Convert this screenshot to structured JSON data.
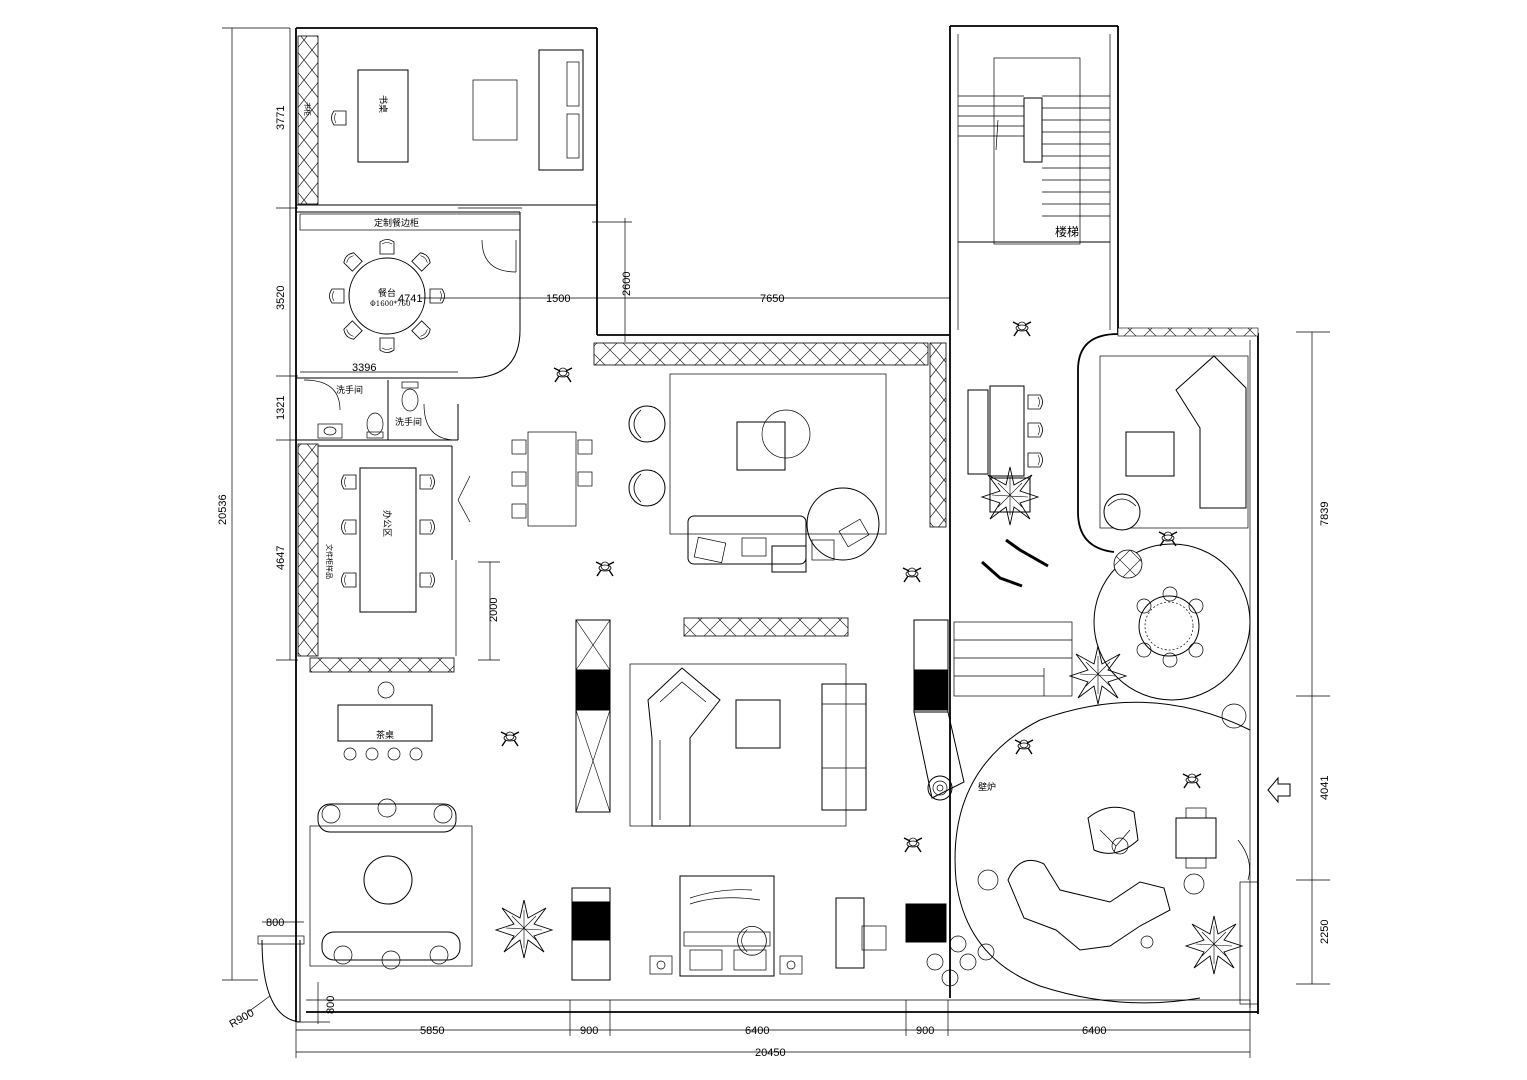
{
  "labels": {
    "study_desk": "书桌",
    "study_shelf": "书柜",
    "sideboard": "定制餐边柜",
    "dining_table": "餐台",
    "dining_table_size": "Φ1600*760",
    "restroom_1": "洗手间",
    "restroom_2": "洗手间",
    "office": "办公区",
    "file_cabinet": "文件柜样品",
    "tea_table": "茶桌",
    "staircase": "楼梯",
    "fireplace": "壁炉"
  },
  "dimensions": {
    "total_height": "20536",
    "study_height": "3771",
    "dining_height": "3520",
    "restroom_height": "1321",
    "office_height": "4647",
    "dining_width": "3396",
    "corridor_gap": "1500",
    "upper_wall_length": "7650",
    "upper_wall_offset": "2600",
    "inner_4741": "4741",
    "office_opening": "2000",
    "right_upper": "7839",
    "right_middle": "4041",
    "right_lower": "2250",
    "entry_width": "800",
    "entry_depth": "800",
    "door_radius": "R900",
    "bottom_seg_1": "5850",
    "bottom_seg_2": "900",
    "bottom_seg_3": "6400",
    "bottom_seg_4": "900",
    "bottom_seg_5": "6400",
    "total_width": "20450"
  }
}
